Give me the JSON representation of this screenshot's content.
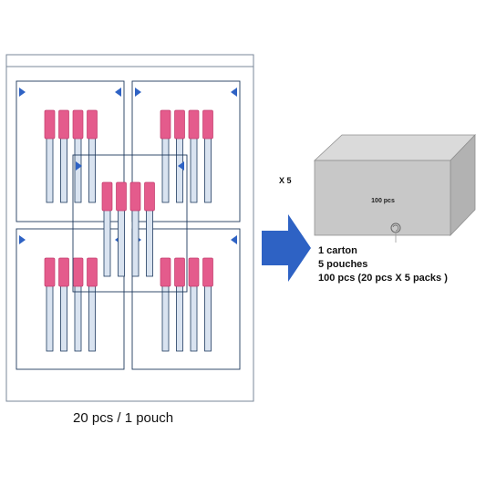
{
  "pouch": {
    "caption": "20 pcs / 1 pouch",
    "packs_per_pouch": 5,
    "pcs_per_pack": 4
  },
  "multiplier": "X 5",
  "carton": {
    "face_label": "100 pcs",
    "info_lines": [
      "1 carton",
      "5 pouches",
      "100 pcs (20 pcs X 5 packs )"
    ]
  },
  "colors": {
    "tip": "#e45b8c",
    "tip_stroke": "#c23b6c",
    "outline": "#1f3a5f",
    "stick_fill": "#d9e3f0",
    "arrow": "#2e62c4",
    "box_front": "#c8c8c8",
    "box_top": "#dadada",
    "box_side": "#b2b2b2",
    "box_stroke": "#8f8f8f"
  }
}
